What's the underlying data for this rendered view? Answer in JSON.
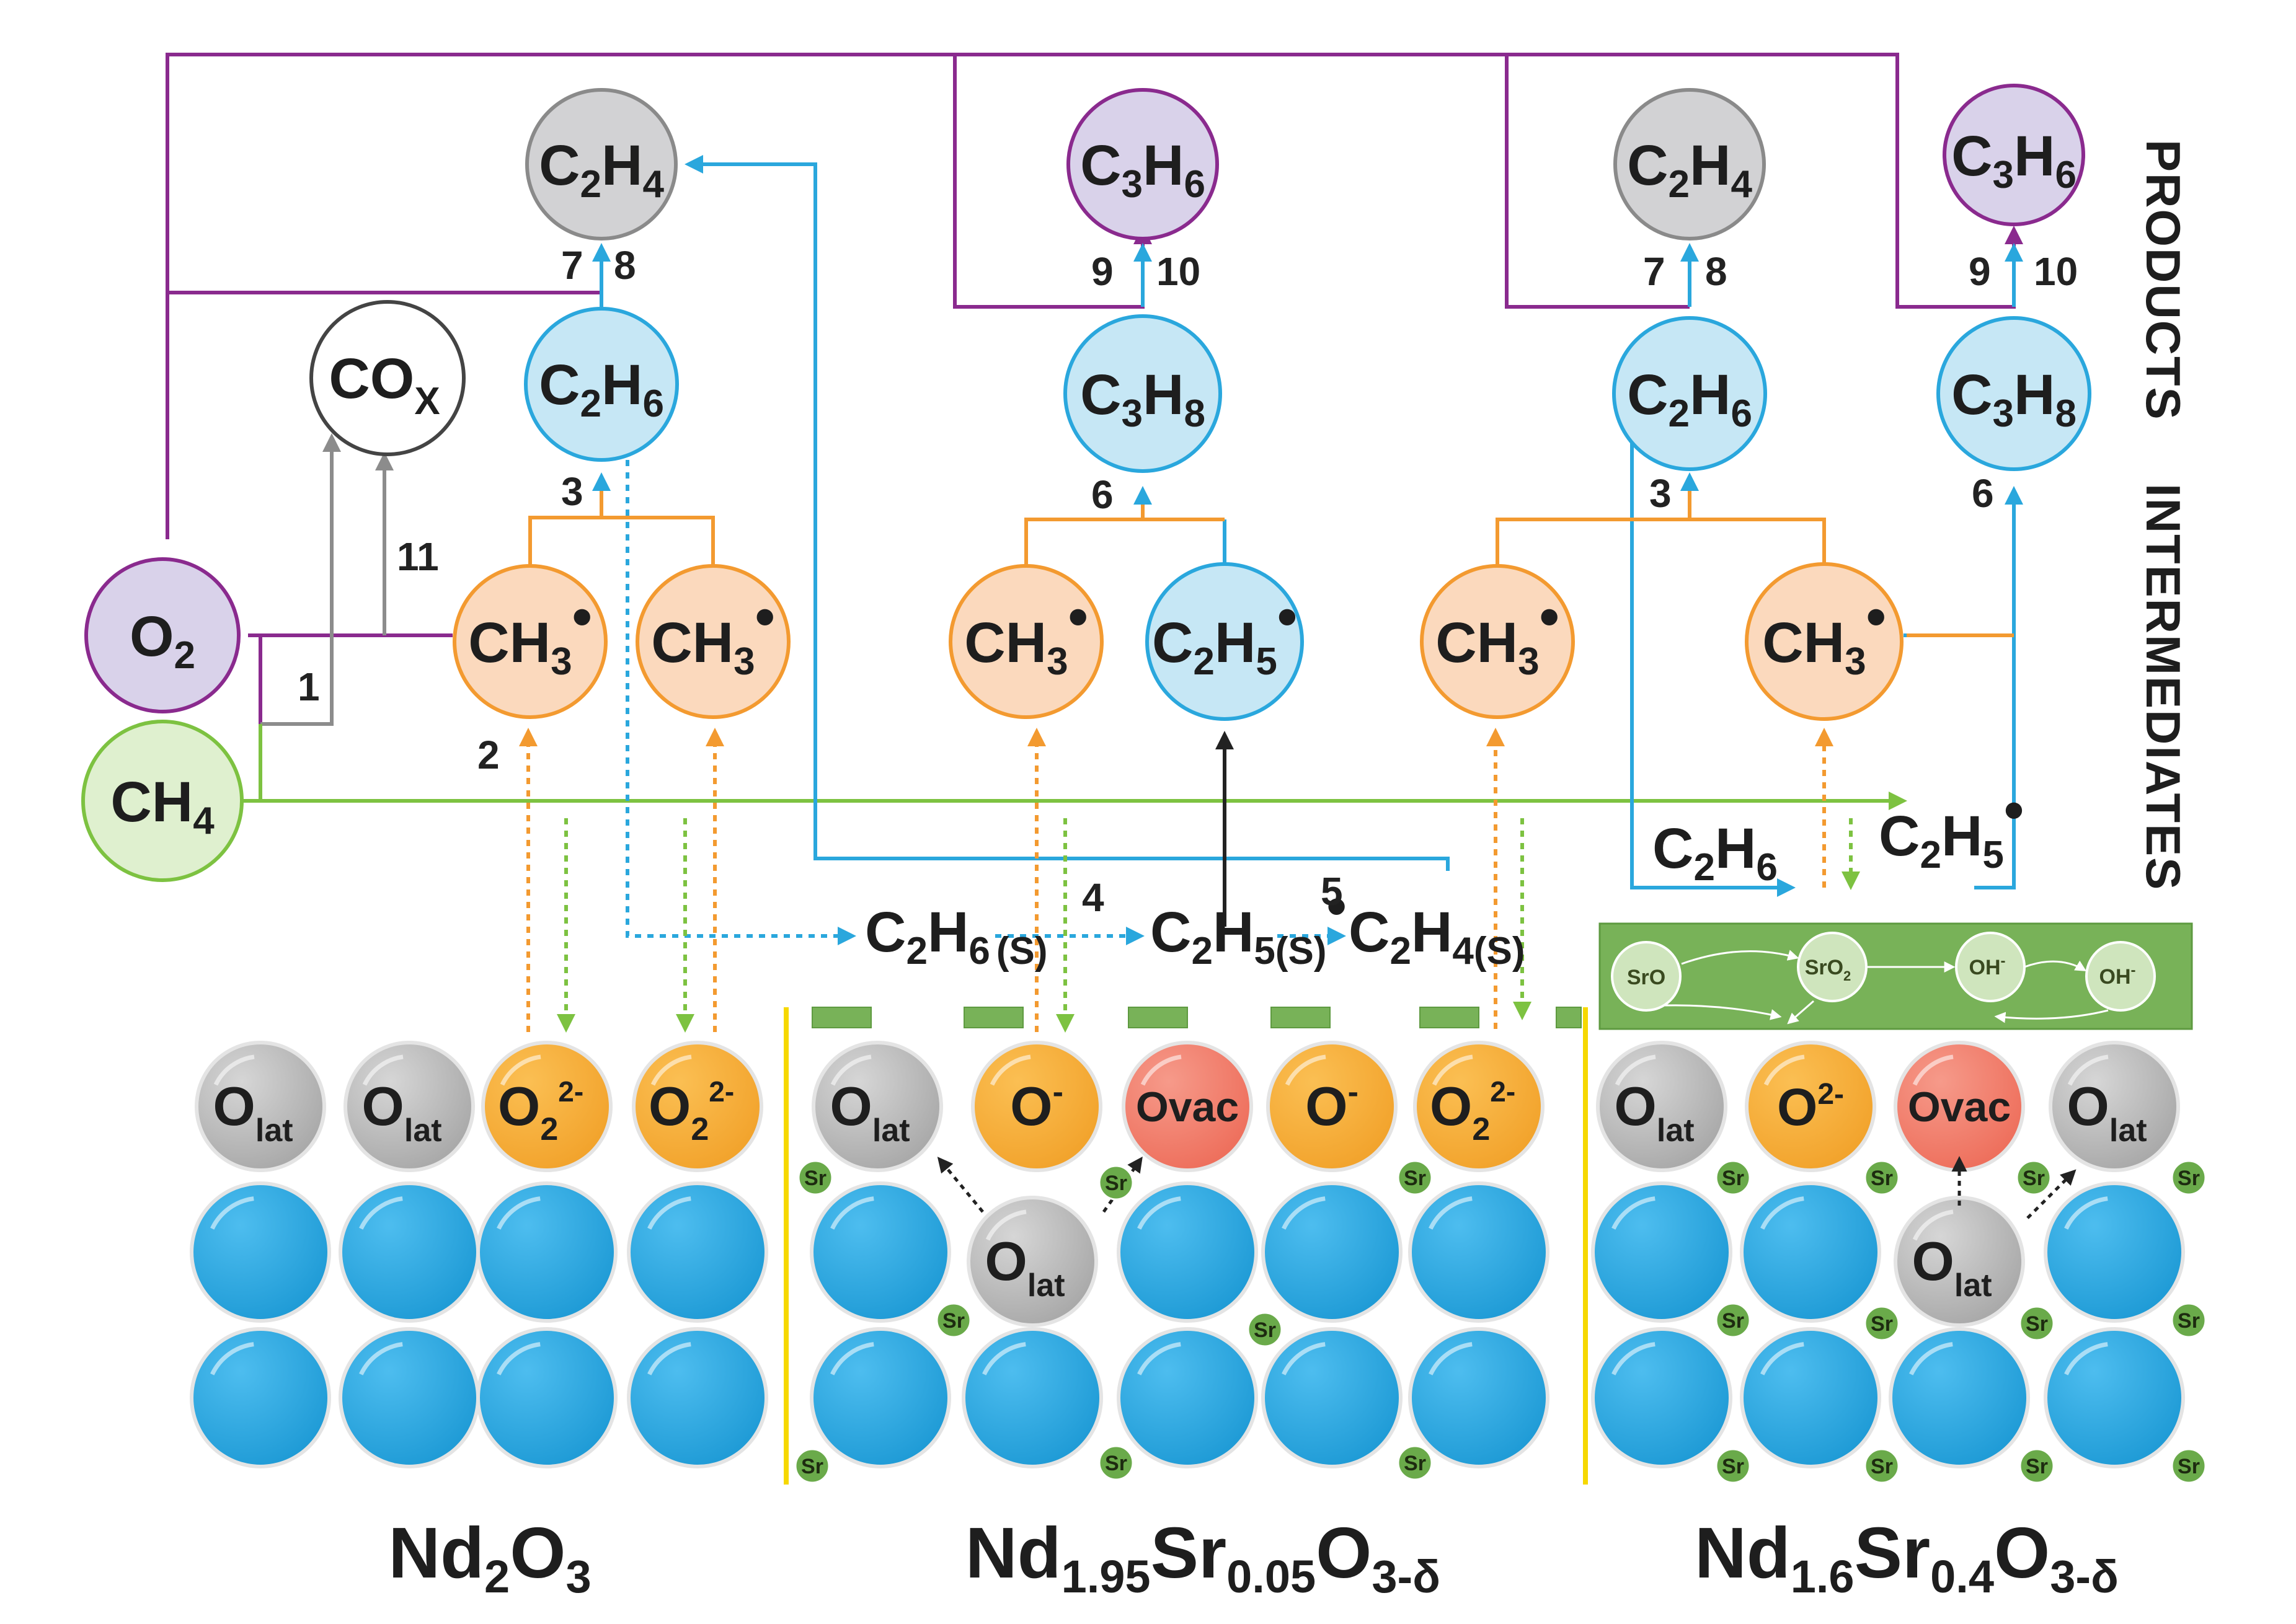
{
  "colors": {
    "purple": "#8a2a8e",
    "orange": "#f39a30",
    "blue": "#2aa7dd",
    "green": "#7dc241",
    "gray": "#8c8c8c",
    "lattice_blue": "#29a8e0",
    "ovac_red": "#f07e6c",
    "sr_green": "#6aaa4a",
    "yellow_divider": "#f6d800"
  },
  "headings": {
    "products": "PRODUCTS",
    "intermediates": "INTERMEDIATES"
  },
  "species": {
    "C": "C",
    "H": "H",
    "O": "O",
    "CO": "CO",
    "CH": "CH",
    "n2": "2",
    "n3": "3",
    "n4": "4",
    "n5": "5",
    "n6": "6",
    "n8": "8",
    "x": "X",
    "radical": "•",
    "surface": "(S)",
    "surface5": "5(S)",
    "surface4": "4(S)"
  },
  "steps": {
    "s1": "1",
    "s2": "2",
    "s3": "3",
    "s4": "4",
    "s5": "5",
    "s6": "6",
    "s7": "7",
    "s8": "8",
    "s9": "9",
    "s10": "10",
    "s11": "11"
  },
  "lattice": {
    "O": "O",
    "lat": "lat",
    "two_minus": "2-",
    "minus": "-",
    "superscript_2minus": "2-",
    "ovac": "Ovac",
    "sr": "Sr"
  },
  "sr_cycle": {
    "sro": "SrO",
    "sro2": "SrO",
    "sro2_sub": "2",
    "oh": "OH",
    "oh_sup": "-"
  },
  "materials": {
    "nd2o3": {
      "a": "Nd",
      "a_sub": "2",
      "b": "O",
      "b_sub": "3"
    },
    "nd195": {
      "a": "Nd",
      "a_sub": "1.95",
      "b": "Sr",
      "b_sub": "0.05",
      "c": "O",
      "c_sub": "3-δ"
    },
    "nd16": {
      "a": "Nd",
      "a_sub": "1.6",
      "b": "Sr",
      "b_sub": "0.4",
      "c": "O",
      "c_sub": "3-δ"
    }
  }
}
